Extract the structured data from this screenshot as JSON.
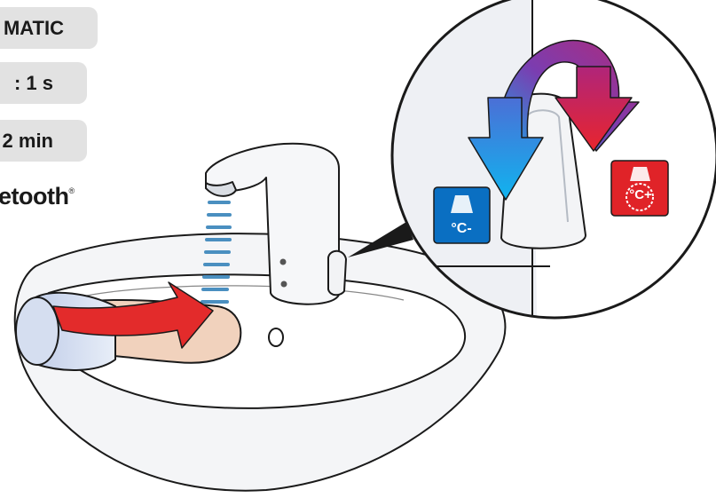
{
  "badges": {
    "mode": "MATIC",
    "delay": ": 1 s",
    "duration": "2 min"
  },
  "brand": {
    "bluetooth_text": "etooth",
    "registered_mark": "®"
  },
  "icons": {
    "cold_label": "°C-",
    "hot_label": "°C+",
    "cold_color": "#0a6fc2",
    "hot_color": "#e02328"
  }
}
